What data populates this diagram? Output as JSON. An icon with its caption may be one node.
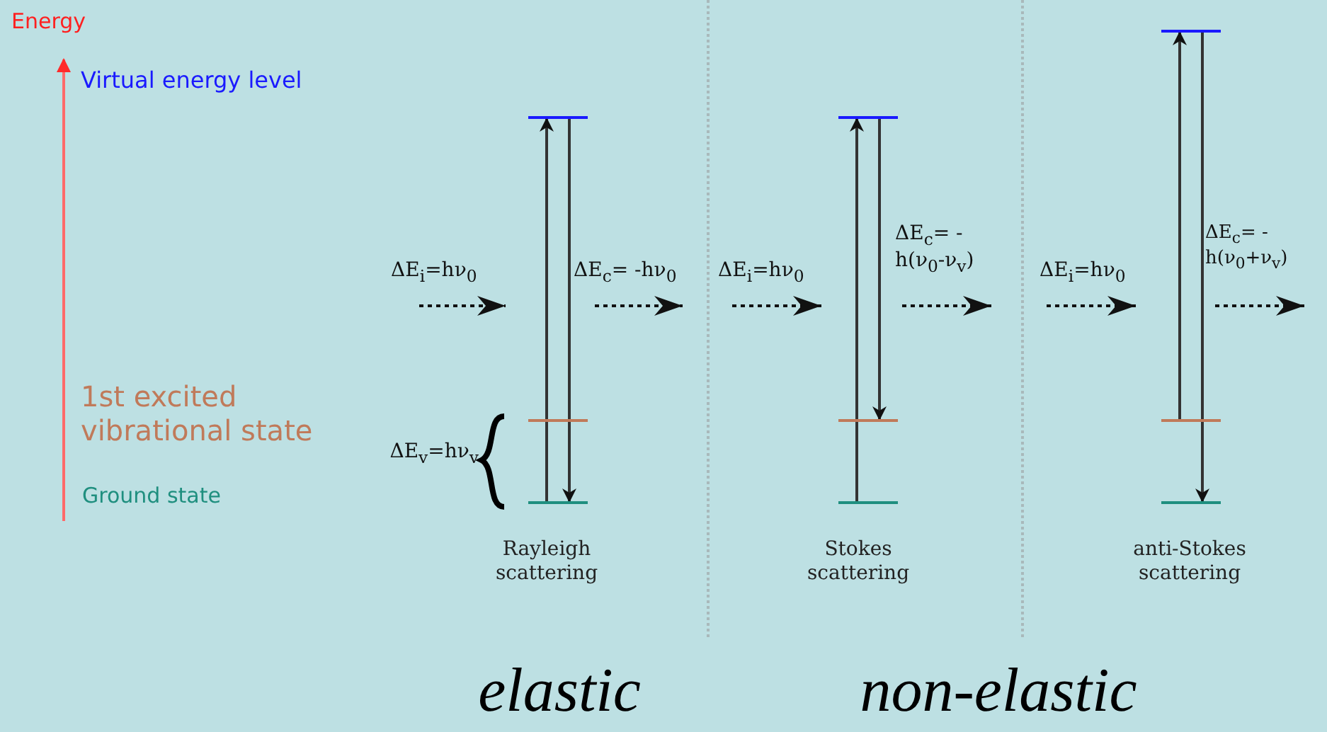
{
  "diagram": {
    "nodes": [
      {
        "text": [],
        "shape": "bar"
      },
      {
        "text": [],
        "shape": "bar"
      },
      {
        "text": [],
        "shape": "bar"
      },
      {
        "text": [],
        "shape": "bar"
      },
      {
        "text": [],
        "shape": "bar"
      },
      {
        "text": [],
        "shape": "bar"
      },
      {
        "text": [],
        "shape": "bar"
      },
      {
        "text": [],
        "shape": "bar"
      },
      {
        "text": [],
        "shape": "bar"
      }
    ],
    "edges": [
      {
        "from": 2,
        "to": 0,
        "arrow": "to"
      },
      {
        "from": 0,
        "to": 2,
        "arrow": "to"
      },
      {
        "from": 5,
        "to": 3,
        "arrow": "to"
      },
      {
        "from": 3,
        "to": 4,
        "arrow": "to"
      },
      {
        "from": 7,
        "to": 6,
        "arrow": "to"
      },
      {
        "from": 6,
        "to": 8,
        "arrow": "to"
      }
    ],
    "labels": [
      "Energy",
      "Virtual energy level",
      "1st excited vibrational state",
      "Ground state",
      "ΔE$_{v}$=hν$_{v}$",
      "ΔE$_{i}$=hν$_{0}$",
      "ΔE$_{c}$= -hν$_{0}$",
      "ΔE$_{i}$=hν$_{0}$",
      "ΔE$_{c}$= -h(ν$_{0}$-ν$_{v}$)",
      "ΔE$_{i}$=hν$_{0}$",
      "ΔE$_{c}$= -h(ν$_{0}$+ν$_{v}$)",
      "Rayleigh scattering",
      "Stokes scattering",
      "anti-Stokes scattering",
      "elastic",
      "non-elastic"
    ]
  }
}
